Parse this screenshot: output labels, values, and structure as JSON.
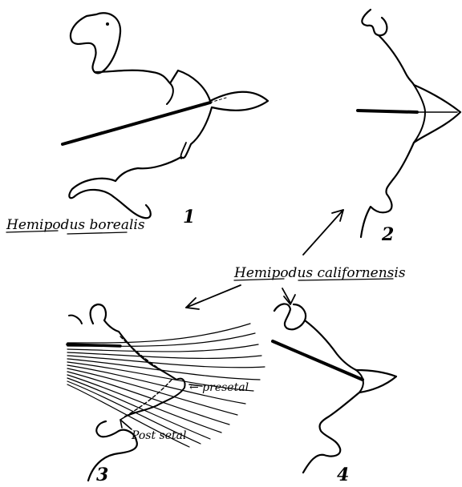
{
  "figures": [
    {
      "number": "1"
    },
    {
      "number": "2"
    },
    {
      "number": "3"
    },
    {
      "number": "4"
    }
  ],
  "labels": {
    "species_a": "Hemipodus borealis",
    "species_b": "Hemipodus californensis",
    "presetal": "← presetal",
    "postsetal": "Post setal"
  },
  "colors": {
    "ink": "#000000",
    "background": "#ffffff"
  }
}
